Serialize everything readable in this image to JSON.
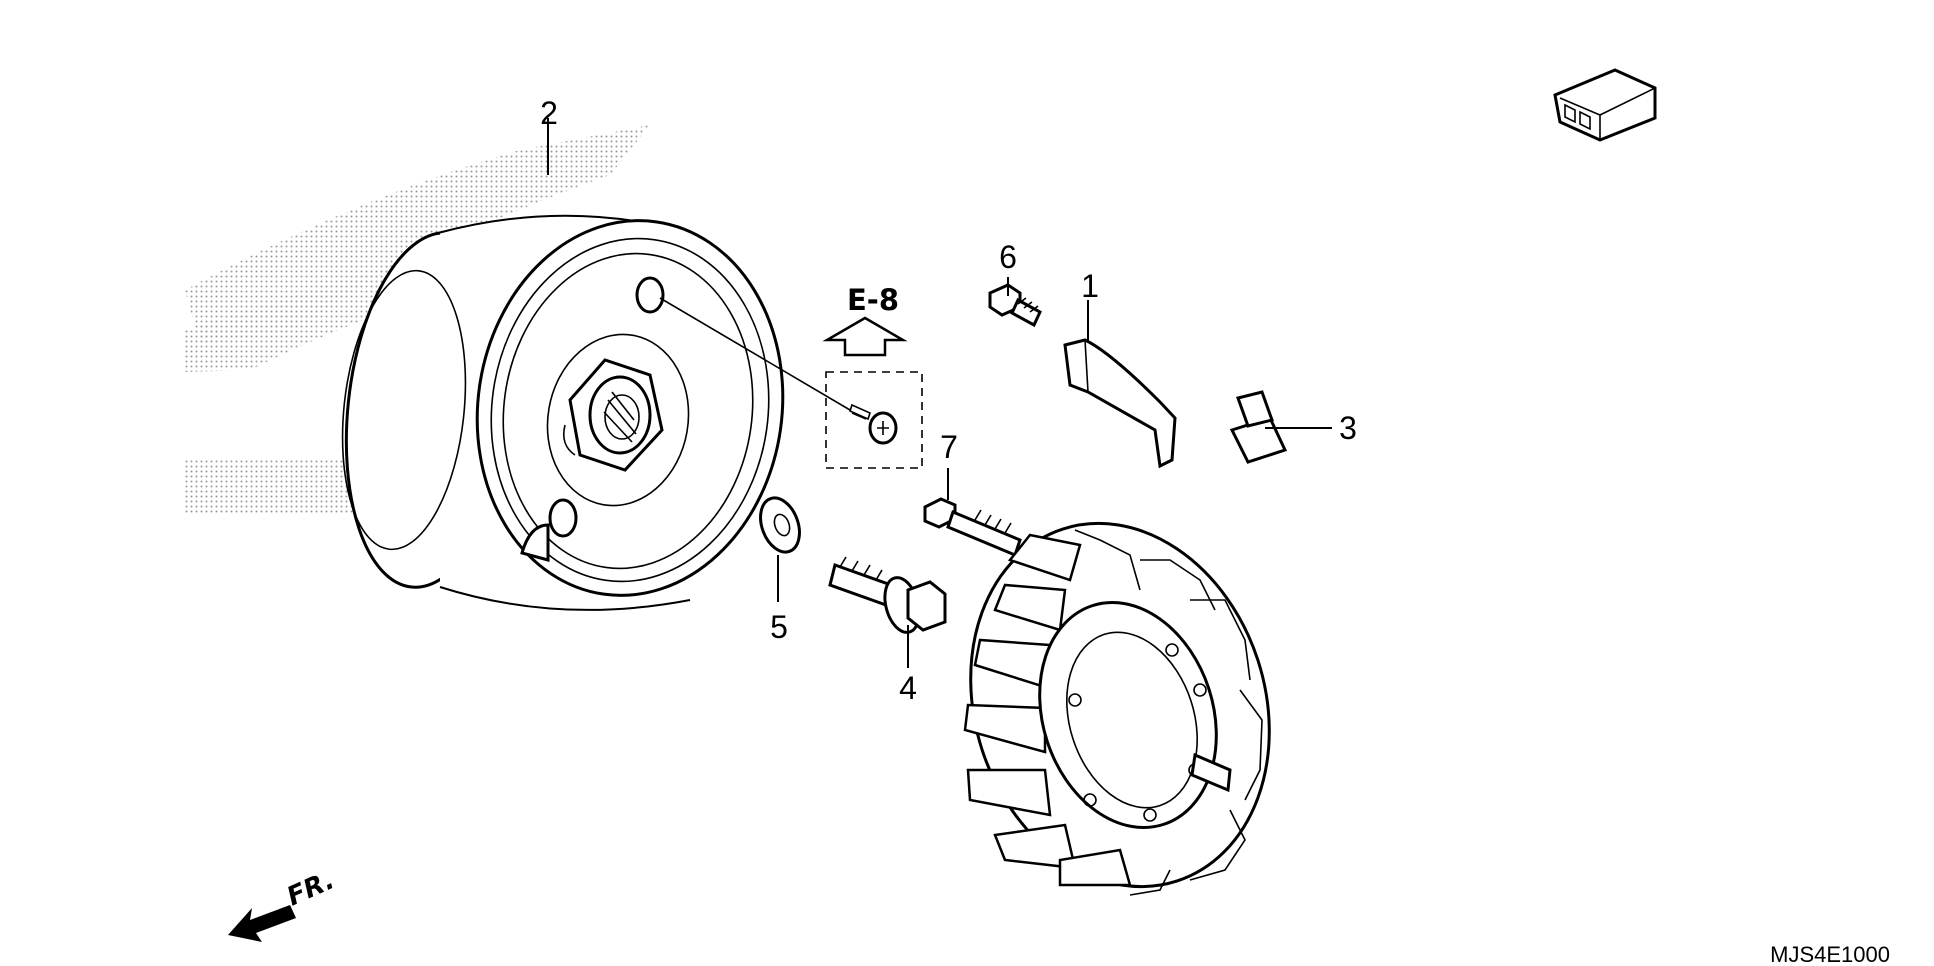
{
  "callouts": {
    "part_1": "1",
    "part_2": "2",
    "part_3": "3",
    "part_4": "4",
    "part_5": "5",
    "part_6": "6",
    "part_7": "7"
  },
  "reference": "E-8",
  "direction": "FR.",
  "diagram_code": "MJS4E1000"
}
